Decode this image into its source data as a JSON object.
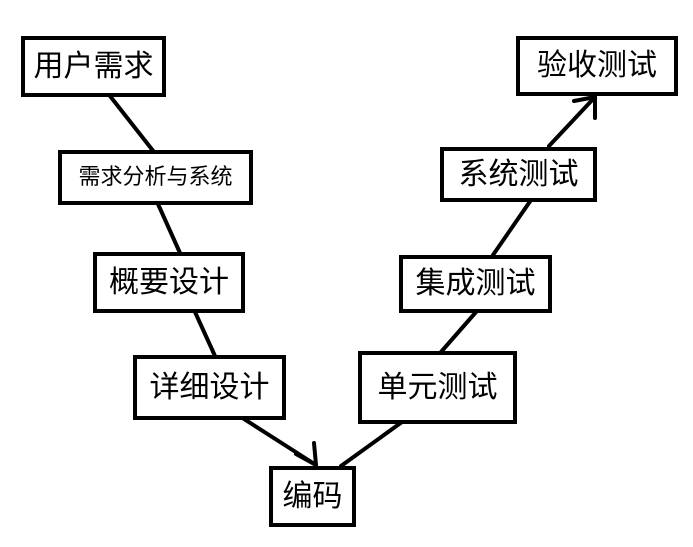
{
  "diagram": {
    "nodes": {
      "user_requirements": "用户需求",
      "requirements_analysis": "需求分析与系统",
      "outline_design": "概要设计",
      "detailed_design": "详细设计",
      "coding": "编码",
      "unit_test": "单元测试",
      "integration_test": "集成测试",
      "system_test": "系统测试",
      "acceptance_test": "验收测试"
    },
    "edges": [
      {
        "from": "user_requirements",
        "to": "requirements_analysis",
        "arrow": false
      },
      {
        "from": "requirements_analysis",
        "to": "outline_design",
        "arrow": false
      },
      {
        "from": "outline_design",
        "to": "detailed_design",
        "arrow": false
      },
      {
        "from": "detailed_design",
        "to": "coding",
        "arrow": true
      },
      {
        "from": "coding",
        "to": "unit_test",
        "arrow": false
      },
      {
        "from": "unit_test",
        "to": "integration_test",
        "arrow": false
      },
      {
        "from": "integration_test",
        "to": "system_test",
        "arrow": false
      },
      {
        "from": "system_test",
        "to": "acceptance_test",
        "arrow": true
      }
    ],
    "colors": {
      "line": "#000000",
      "box_border": "#000000",
      "background": "#ffffff"
    }
  }
}
